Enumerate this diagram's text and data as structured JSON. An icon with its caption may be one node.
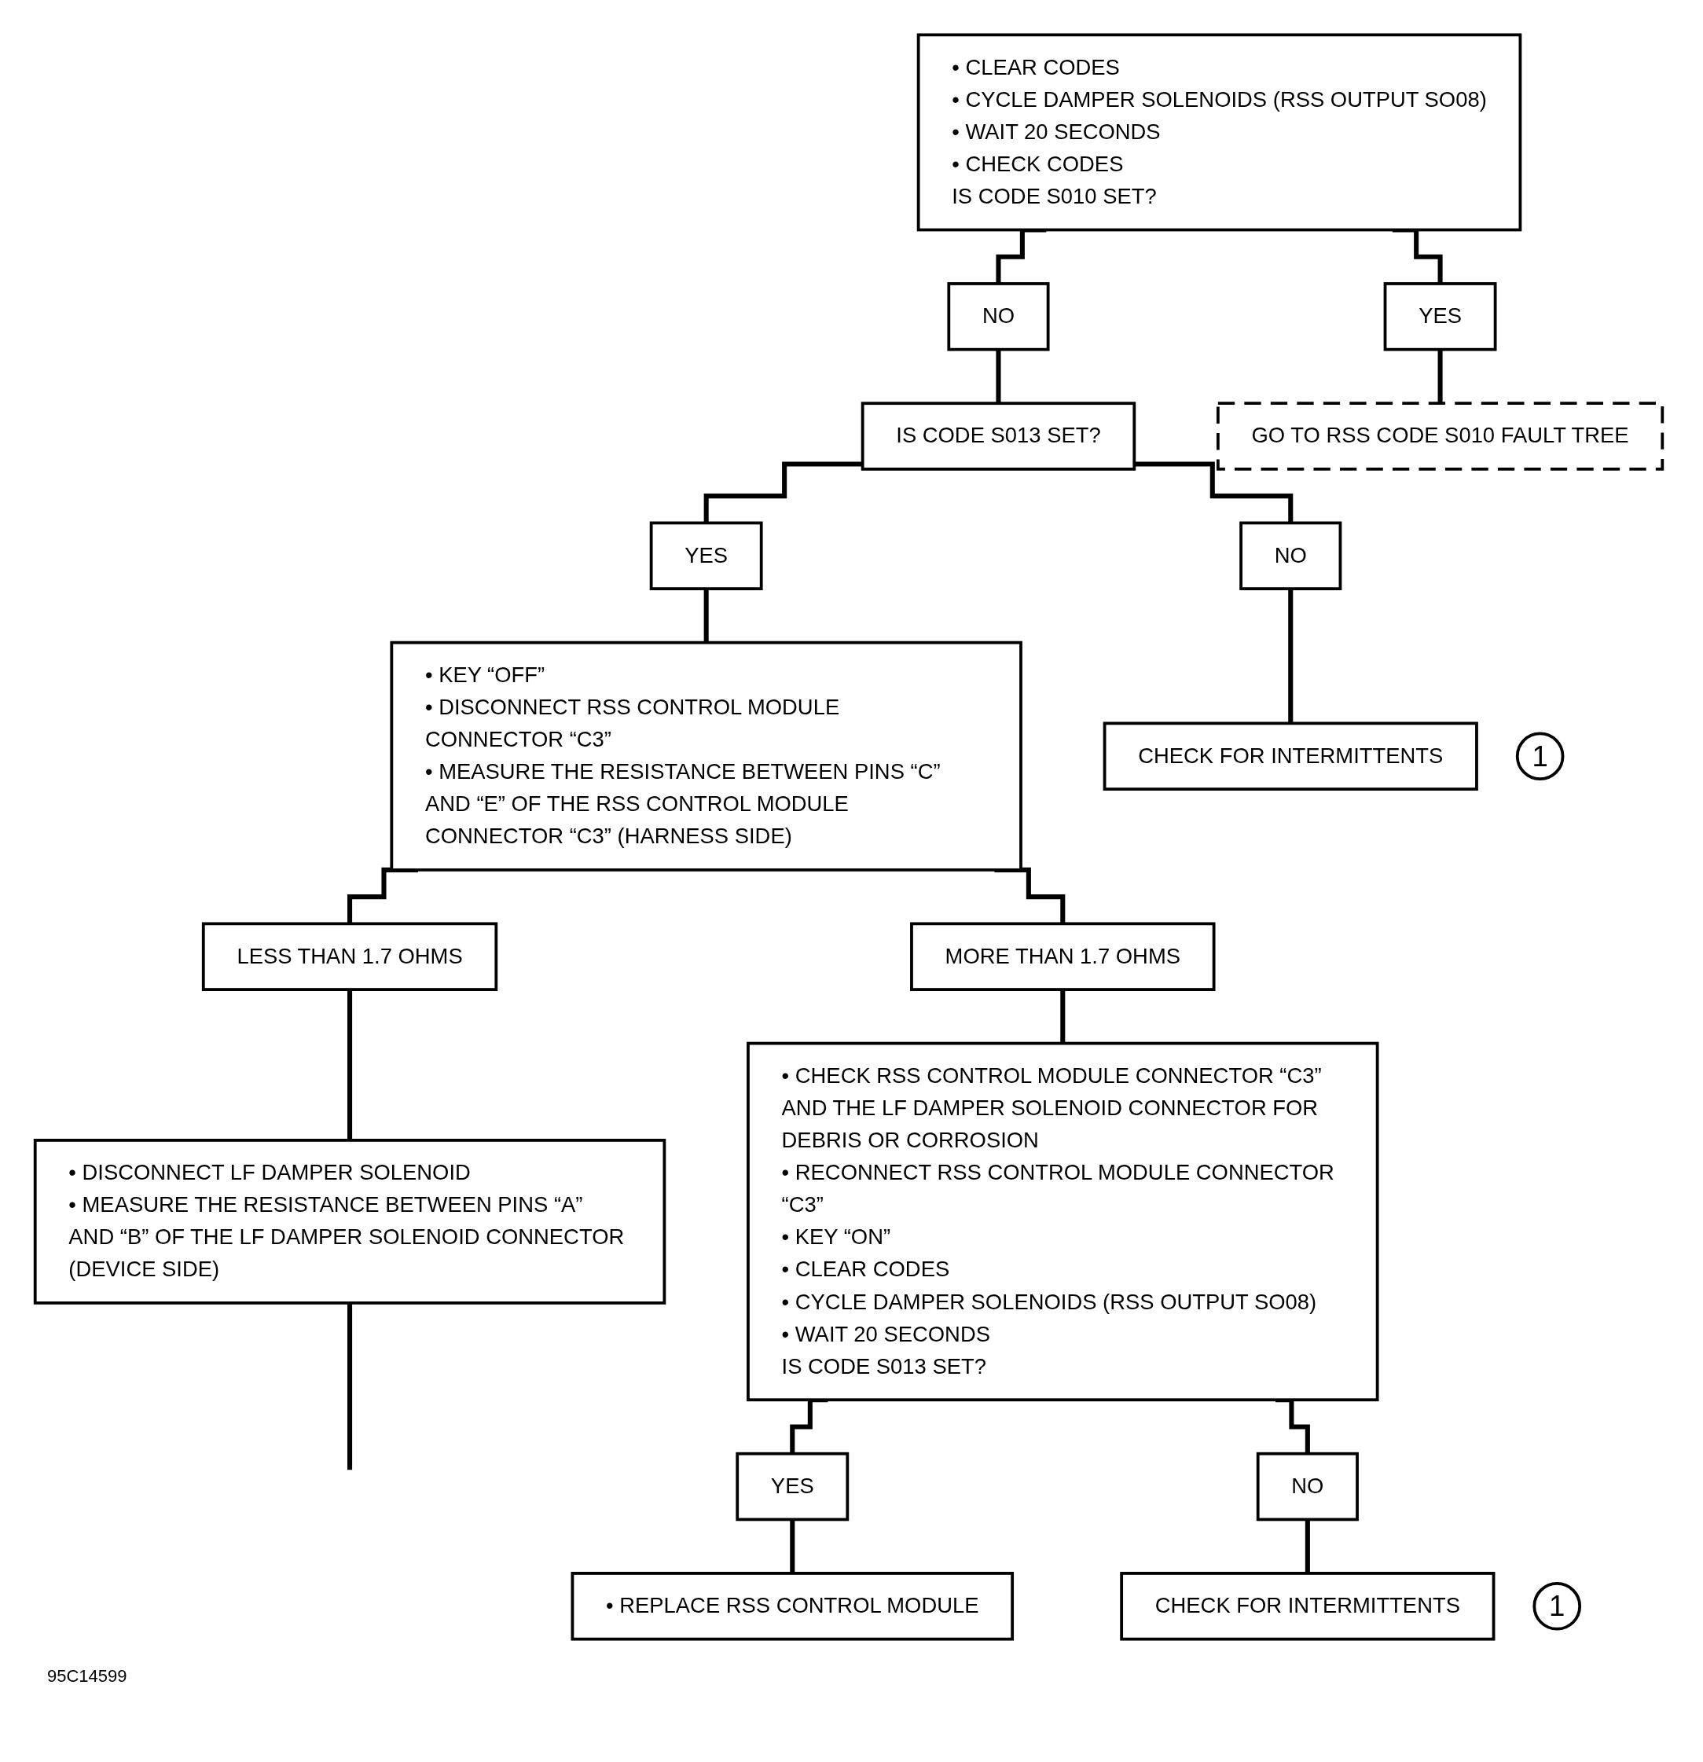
{
  "diagram": {
    "nodes": [
      {
        "text": [
          "• CLEAR CODES",
          "• CYCLE DAMPER SOLENOIDS (RSS OUTPUT SO08)",
          "• WAIT 20 SECONDS",
          "• CHECK CODES",
          "IS CODE S010 SET?"
        ]
      },
      {
        "text": [
          "NO"
        ]
      },
      {
        "text": [
          "YES"
        ]
      },
      {
        "text": [
          "IS CODE S013 SET?"
        ]
      },
      {
        "text": [
          "GO TO RSS CODE S010 FAULT TREE"
        ]
      },
      {
        "text": [
          "YES"
        ]
      },
      {
        "text": [
          "NO"
        ]
      },
      {
        "text": [
          "• KEY “OFF”",
          "• DISCONNECT RSS CONTROL MODULE CONNECTOR “C3”",
          "• MEASURE THE RESISTANCE BETWEEN PINS “C” AND “E” OF THE RSS CONTROL MODULE CONNECTOR “C3” (HARNESS SIDE)"
        ]
      },
      {
        "text": [
          "CHECK FOR INTERMITTENTS"
        ],
        "beside": [
          "1"
        ]
      },
      {
        "text": [
          "LESS THAN 1.7 OHMS"
        ]
      },
      {
        "text": [
          "MORE THAN 1.7 OHMS"
        ]
      },
      {
        "text": [
          "• DISCONNECT LF DAMPER SOLENOID",
          "• MEASURE THE RESISTANCE BETWEEN PINS “A” AND “B” OF THE LF DAMPER SOLENOID CONNECTOR (DEVICE SIDE)"
        ]
      },
      {
        "text": [
          "• CHECK RSS CONTROL MODULE CONNECTOR “C3” AND THE LF DAMPER SOLENOID CONNECTOR FOR DEBRIS OR CORROSION",
          "• RECONNECT RSS CONTROL MODULE CONNECTOR “C3”",
          "• KEY “ON”",
          "• CLEAR CODES",
          "• CYCLE DAMPER SOLENOIDS (RSS OUTPUT SO08)",
          "• WAIT 20 SECONDS",
          "IS CODE S013 SET?"
        ]
      },
      {
        "text": [
          "YES"
        ]
      },
      {
        "text": [
          "NO"
        ]
      },
      {
        "text": [
          "• REPLACE RSS CONTROL MODULE"
        ]
      },
      {
        "text": [
          "CHECK FOR INTERMITTENTS"
        ],
        "beside": [
          "1"
        ]
      }
    ],
    "edges": [
      {
        "from": 0,
        "to": 1,
        "arrow": "none"
      },
      {
        "from": 0,
        "to": 2,
        "arrow": "none"
      },
      {
        "from": 1,
        "to": 3,
        "arrow": "none"
      },
      {
        "from": 2,
        "to": 4,
        "arrow": "none"
      },
      {
        "from": 3,
        "to": 5,
        "arrow": "none"
      },
      {
        "from": 3,
        "to": 6,
        "arrow": "none"
      },
      {
        "from": 5,
        "to": 7,
        "arrow": "none"
      },
      {
        "from": 6,
        "to": 8,
        "arrow": "none"
      },
      {
        "from": 7,
        "to": 9,
        "arrow": "none"
      },
      {
        "from": 7,
        "to": 10,
        "arrow": "none"
      },
      {
        "from": 9,
        "to": 11,
        "arrow": "none"
      },
      {
        "from": 10,
        "to": 12,
        "arrow": "none"
      },
      {
        "from": 11,
        "to": null,
        "arrow": "none"
      },
      {
        "from": 12,
        "to": 13,
        "arrow": "none"
      },
      {
        "from": 12,
        "to": 14,
        "arrow": "none"
      },
      {
        "from": 13,
        "to": 15,
        "arrow": "none"
      },
      {
        "from": 14,
        "to": 16,
        "arrow": "none"
      }
    ],
    "labels": [
      "95C14599"
    ]
  }
}
